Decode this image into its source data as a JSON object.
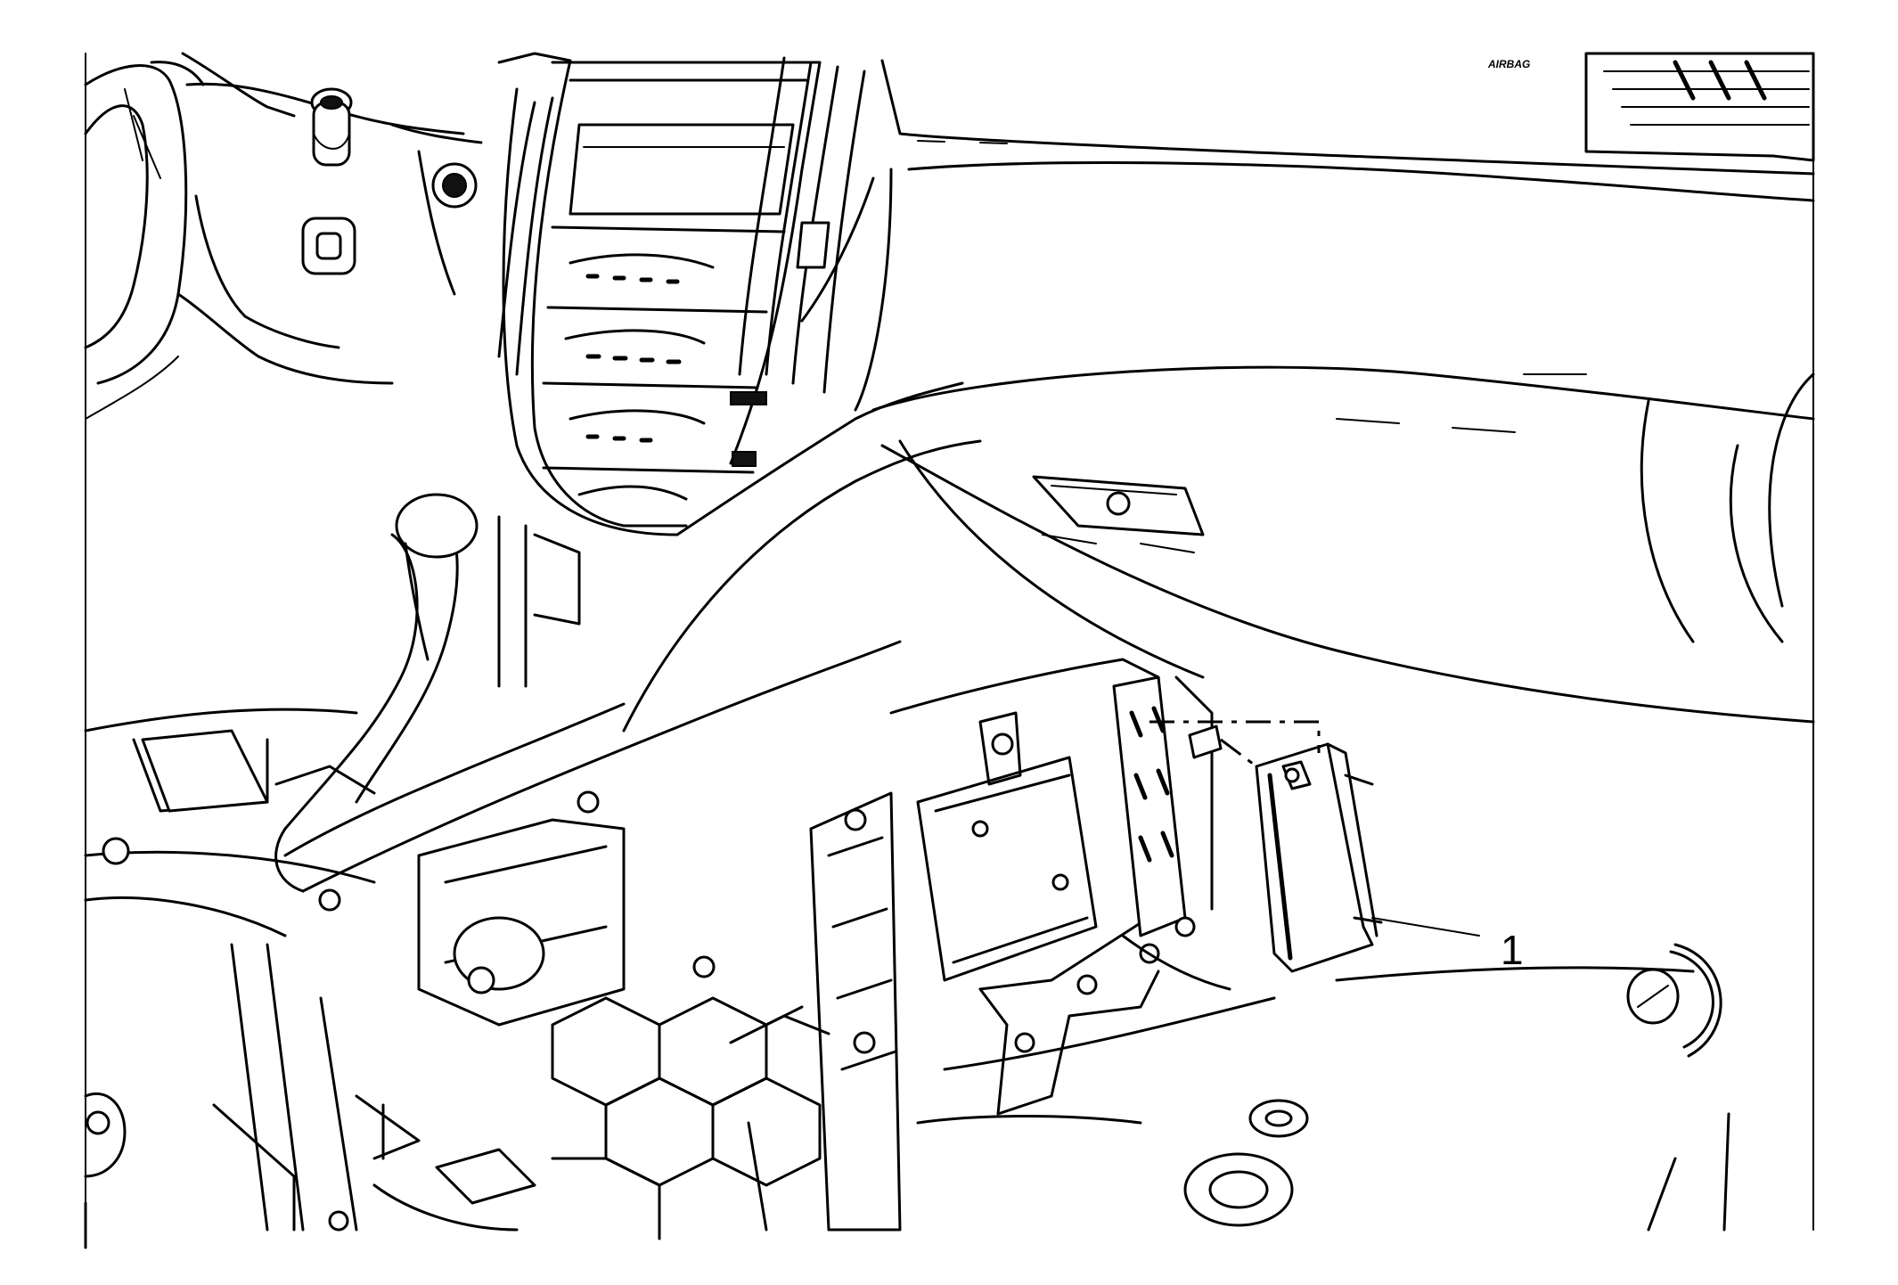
{
  "diagram": {
    "callouts": [
      {
        "id": "1",
        "label": "1"
      }
    ],
    "embedded_text": {
      "airbag_label": "AIRBAG"
    }
  }
}
